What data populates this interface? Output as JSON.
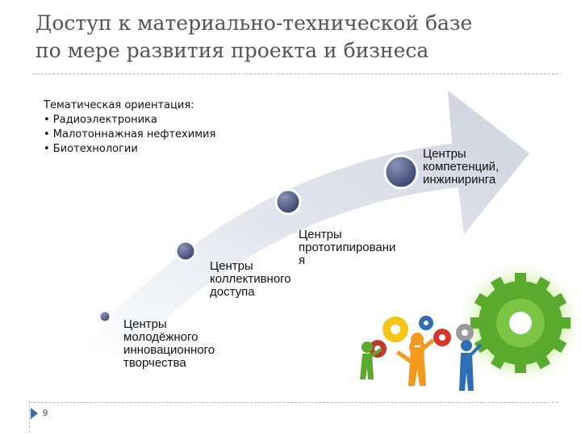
{
  "title": {
    "line1": "Доступ к материально-технической базе",
    "line2": "по мере развития проекта и бизнеса"
  },
  "orientation": {
    "heading": "Тематическая ориентация:",
    "items": [
      "• Радиоэлектроника",
      "• Малотоннажная нефтехимия",
      "• Биотехнологии"
    ]
  },
  "stages": [
    {
      "label": "Центры\nмолодёжного\nинновационного\nтворчества"
    },
    {
      "label": "Центры\nколлективного\nдоступа"
    },
    {
      "label": "Центры\nпрототипировани\nя"
    },
    {
      "label": "Центры\nкомпетенций,\nинжиниринга"
    }
  ],
  "illustration": {
    "icon": "people-turning-gears-icon",
    "colors": {
      "green": "#5aaa2e",
      "orange": "#f39a1e",
      "blue": "#2f6db5",
      "red": "#d9362b",
      "yellow": "#f5c518",
      "gray_gear": "#9a9a9a"
    }
  },
  "footer": {
    "page_number": "9"
  }
}
